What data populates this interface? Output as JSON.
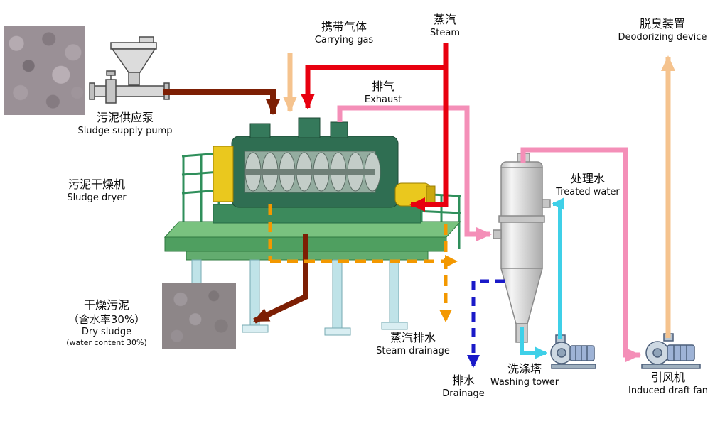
{
  "diagram": {
    "labels": {
      "carrying_gas": {
        "zh": "携带气体",
        "en": "Carrying gas"
      },
      "steam": {
        "zh": "蒸汽",
        "en": "Steam"
      },
      "exhaust": {
        "zh": "排气",
        "en": "Exhaust"
      },
      "deodorizing_device": {
        "zh": "脱臭装置",
        "en": "Deodorizing device"
      },
      "sludge_supply_pump": {
        "zh": "污泥供应泵",
        "en": "Sludge supply pump"
      },
      "sludge_dryer": {
        "zh": "污泥干燥机",
        "en": "Sludge dryer"
      },
      "treated_water": {
        "zh": "处理水",
        "en": "Treated water"
      },
      "dry_sludge": {
        "zh_line1": "干燥污泥",
        "zh_line2": "（含水率30%）",
        "en_line1": "Dry sludge",
        "en_line2": "(water content 30%)"
      },
      "steam_drainage": {
        "zh": "蒸汽排水",
        "en": "Steam drainage"
      },
      "drainage": {
        "zh": "排水",
        "en": "Drainage"
      },
      "washing_tower": {
        "zh": "洗涤塔",
        "en": "Washing tower"
      },
      "induced_draft_fan": {
        "zh": "引风机",
        "en": "Induced draft fan"
      }
    },
    "colors": {
      "sludge_feed": "#7d1f04",
      "steam": "#e8000f",
      "exhaust": "#f48fb8",
      "carrying_gas": "#f5c38e",
      "steam_drainage": "#f39800",
      "drainage": "#1a1ac8",
      "wash_water": "#3fd0e8"
    }
  }
}
